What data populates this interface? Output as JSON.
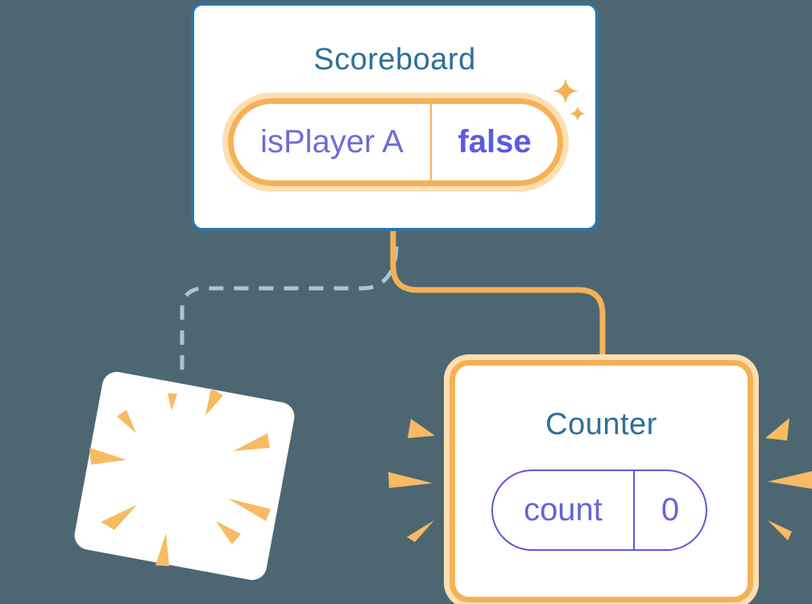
{
  "scoreboard": {
    "title": "Scoreboard",
    "state_label": "isPlayer A",
    "state_value": "false"
  },
  "counter": {
    "title": "Counter",
    "state_label": "count",
    "state_value": "0"
  },
  "icons": {
    "sparkles": "sparkle-icon",
    "poof": "poof-burst-icon",
    "emphasis": "emphasis-burst-icon"
  },
  "colors": {
    "background": "#4c6772",
    "scoreboard_border": "#2f74a3",
    "component_title": "#2e6f96",
    "highlight_orange": "#f6b156",
    "highlight_orange_glow": "#fcdfb2",
    "state_indigo": "#6e6cdb",
    "state_value_indigo": "#5a5ce0",
    "counter_pill_indigo": "#5b5bd6",
    "dashed_connector": "#a9c4d9",
    "burst_orange": "#f8ba62"
  }
}
